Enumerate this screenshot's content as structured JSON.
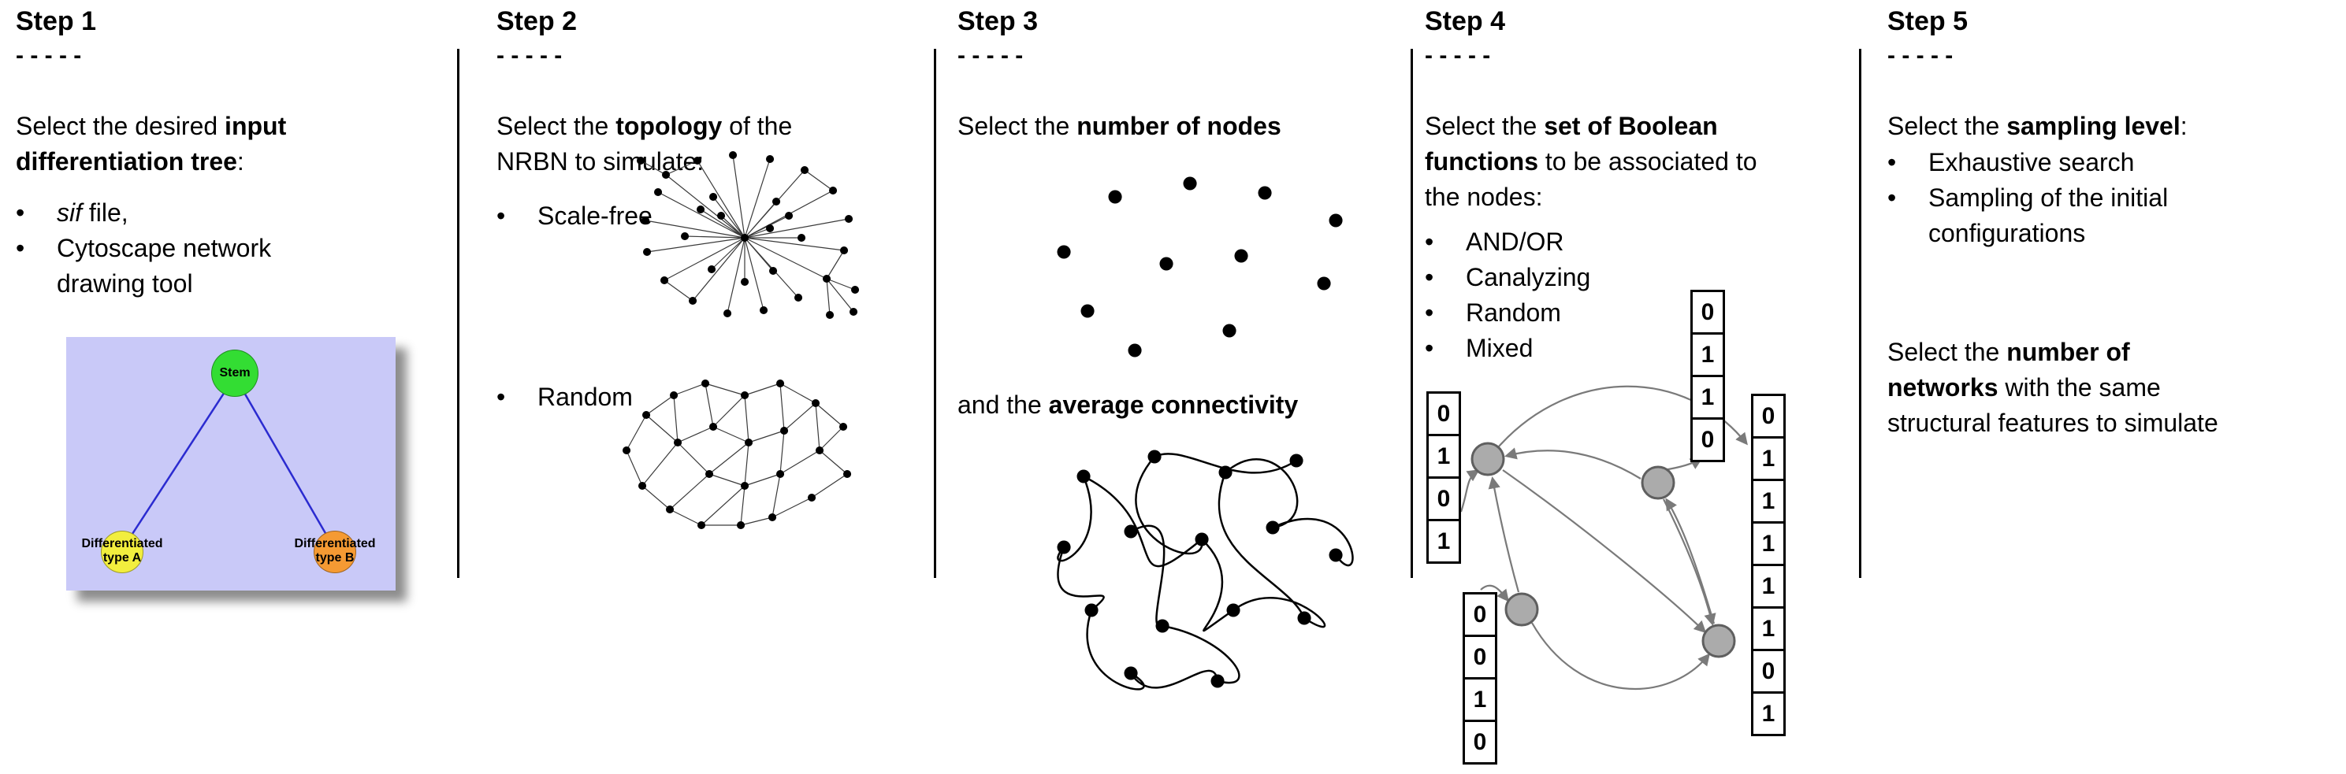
{
  "ui": {
    "bullet": "•"
  },
  "step1": {
    "title": "Step 1",
    "dashes": "- - - - -",
    "intro": [
      {
        "t": "Select the desired "
      },
      {
        "t": "input",
        "b": true
      },
      {
        "br": true
      },
      {
        "t": "differentiation tree",
        "b": true
      },
      {
        "t": ":"
      }
    ],
    "bullets": [
      [
        {
          "t": "sif",
          "i": true
        },
        {
          "t": " file,"
        }
      ],
      [
        {
          "t": "Cytoscape network"
        },
        {
          "br": true
        },
        {
          "t": "drawing tool"
        }
      ]
    ],
    "tree": {
      "background": "#c9c9f8",
      "edge_color": "#2b2bd0",
      "stem": {
        "label": "Stem",
        "color": "#33dd33"
      },
      "type_a": {
        "label": "Differentiated type A",
        "color": "#f2ee3e"
      },
      "type_b": {
        "label": "Differentiated type B",
        "color": "#f59a33"
      }
    }
  },
  "step2": {
    "title": "Step 2",
    "dashes": "- - - - -",
    "intro": [
      {
        "t": "Select the "
      },
      {
        "t": "topology",
        "b": true
      },
      {
        "t": " of the"
      },
      {
        "br": true
      },
      {
        "t": "NRBN to simulate:"
      }
    ],
    "bullets": [
      [
        {
          "t": "Scale-free"
        }
      ],
      [
        {
          "t": "Random"
        }
      ]
    ]
  },
  "step3": {
    "title": "Step 3",
    "dashes": "- - - - -",
    "intro": [
      {
        "t": "Select the "
      },
      {
        "t": "number of nodes",
        "b": true
      }
    ],
    "connectivity": [
      {
        "t": "and the "
      },
      {
        "t": "average connectivity",
        "b": true
      }
    ]
  },
  "step4": {
    "title": "Step 4",
    "dashes": "- - - - -",
    "intro": [
      {
        "t": "Select the "
      },
      {
        "t": "set of Boolean",
        "b": true
      },
      {
        "br": true
      },
      {
        "t": "functions",
        "b": true
      },
      {
        "t": " to be associated to"
      },
      {
        "br": true
      },
      {
        "t": "the nodes:"
      }
    ],
    "bullets": [
      [
        {
          "t": "AND/OR"
        }
      ],
      [
        {
          "t": "Canalyzing"
        }
      ],
      [
        {
          "t": "Random"
        }
      ],
      [
        {
          "t": "Mixed"
        }
      ]
    ],
    "tables": {
      "left": [
        "0",
        "1",
        "0",
        "1"
      ],
      "top": [
        "0",
        "1",
        "1",
        "0"
      ],
      "bottom": [
        "0",
        "0",
        "1",
        "0"
      ],
      "right": [
        "0",
        "1",
        "1",
        "1",
        "1",
        "1",
        "0",
        "1"
      ]
    }
  },
  "step5": {
    "title": "Step 5",
    "dashes": "- - - - -",
    "intro": [
      {
        "t": "Select the "
      },
      {
        "t": "sampling level",
        "b": true
      },
      {
        "t": ":"
      }
    ],
    "bullets": [
      [
        {
          "t": "Exhaustive search"
        }
      ],
      [
        {
          "t": "Sampling of the initial"
        },
        {
          "br": true
        },
        {
          "t": "configurations"
        }
      ]
    ],
    "networks": [
      {
        "t": "Select the "
      },
      {
        "t": "number of",
        "b": true
      },
      {
        "br": true
      },
      {
        "t": "networks",
        "b": true
      },
      {
        "t": " with the same"
      },
      {
        "br": true
      },
      {
        "t": "structural features to simulate"
      }
    ]
  }
}
